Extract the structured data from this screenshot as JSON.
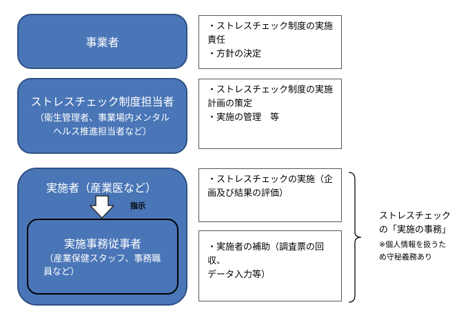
{
  "roles": [
    {
      "title": "事業者"
    },
    {
      "title": "ストレスチェック制度担当者",
      "sub1": "（衛生管理者、事業場内メンタル",
      "sub2": "ヘルス推進担当者など）"
    },
    {
      "title": "実施者（産業医など）",
      "instruction_label": "指示",
      "inner": {
        "title": "実施事務従事者",
        "sub1": "（産業保健スタッフ、事務職",
        "sub2": "員など）"
      }
    }
  ],
  "descriptions": [
    {
      "line1": "・ストレスチェック制度の実施",
      "line2": "責任",
      "line3": "・方針の決定"
    },
    {
      "line1": "・ストレスチェック制度の実施",
      "line2": "計画の策定",
      "line3": "・実施の管理　等"
    },
    {
      "line1": "・ストレスチェックの実施（企",
      "line2": "画及び結果の評価）"
    },
    {
      "line1": "・実施者の補助（調査票の回収、",
      "line2": "データ入力等）"
    }
  ],
  "bracket_note": {
    "line1": "ストレスチェック",
    "line2": "の「実施の事務」",
    "note1": "※個人情報を扱うた",
    "note2": "め守秘義務あり"
  },
  "colors": {
    "role_fill": "#4a76b7",
    "role_border": "#2f4f85",
    "inner_border": "#000000"
  }
}
